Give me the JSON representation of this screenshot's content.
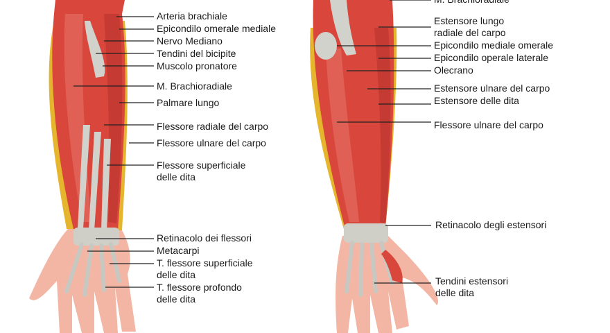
{
  "colors": {
    "muscle": "#d9473c",
    "muscle_dark": "#b8322b",
    "muscle_light": "#e8756a",
    "tendon": "#d2d2cc",
    "fat": "#e6b52e",
    "skin": "#f3b6a4",
    "line": "#222222"
  },
  "anterior": {
    "labels": [
      {
        "text": "Arteria brachiale"
      },
      {
        "text": "Epicondilo omerale mediale"
      },
      {
        "text": "Nervo Mediano"
      },
      {
        "text": "Tendini del bicipite"
      },
      {
        "text": "Muscolo pronatore"
      },
      {
        "text": "M. Brachioradiale"
      },
      {
        "text": "Palmare lungo"
      },
      {
        "text": "Flessore radiale del carpo"
      },
      {
        "text": "Flessore ulnare del carpo"
      },
      {
        "text": "Flessore superficiale",
        "text2": "delle dita"
      },
      {
        "text": "Retinacolo dei flessori"
      },
      {
        "text": "Metacarpi"
      },
      {
        "text": "T. flessore superficiale",
        "text2": "delle dita"
      },
      {
        "text": "T. flessore profondo",
        "text2": "delle dita"
      }
    ]
  },
  "posterior": {
    "labels": [
      {
        "text": "M. Brachioradiale"
      },
      {
        "text": "Estensore lungo",
        "text2": "radiale del carpo"
      },
      {
        "text": "Epicondilo mediale omerale"
      },
      {
        "text": "Epicondilo operale laterale"
      },
      {
        "text": "Olecrano"
      },
      {
        "text": "Estensore ulnare del carpo"
      },
      {
        "text": "Estensore delle dita"
      },
      {
        "text": "Flessore ulnare del carpo"
      },
      {
        "text": "Retinacolo degli estensori"
      },
      {
        "text": "Tendini estensori",
        "text2": "delle dita"
      }
    ]
  }
}
